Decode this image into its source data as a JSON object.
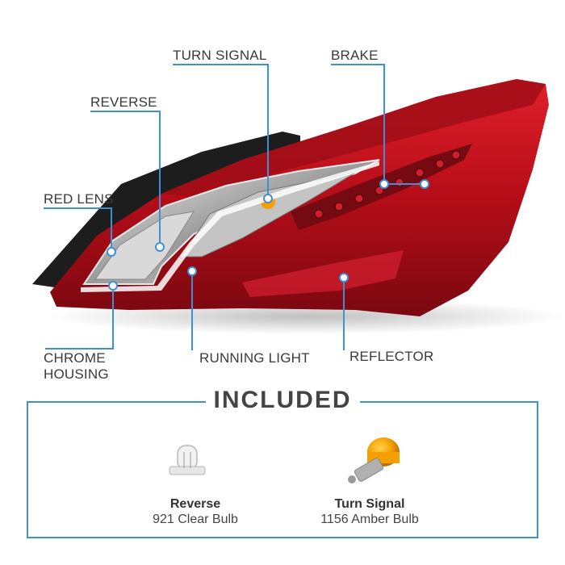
{
  "callouts": {
    "turn_signal": "TURN SIGNAL",
    "brake": "BRAKE",
    "reverse": "REVERSE",
    "red_lens": "RED LENS",
    "chrome_housing_line1": "CHROME",
    "chrome_housing_line2": "HOUSING",
    "running_light": "RUNNING LIGHT",
    "reflector": "REFLECTOR"
  },
  "included": {
    "title": "INCLUDED",
    "items": [
      {
        "name": "Reverse",
        "description": "921 Clear Bulb"
      },
      {
        "name": "Turn Signal",
        "description": "1156 Amber Bulb"
      }
    ]
  },
  "colors": {
    "callout_line": "#3e8fd6",
    "lens_red": "#c8102e",
    "amber": "#f5a000",
    "box_border": "#3e8fd6"
  }
}
